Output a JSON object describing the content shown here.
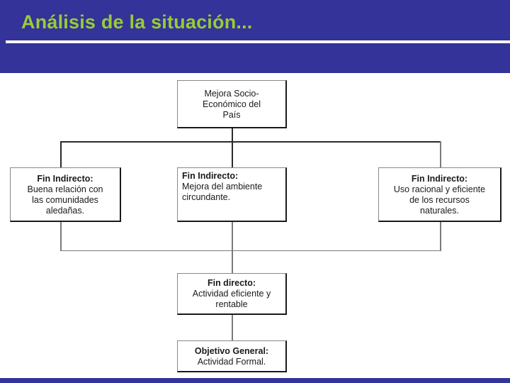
{
  "slide": {
    "title": "Análisis de la situación...",
    "title_color": "#99cc33",
    "band_color": "#333399",
    "rule_color": "#ffffff",
    "background": "#ffffff"
  },
  "diagram": {
    "type": "objective-tree",
    "nodes": {
      "top": {
        "line1": "Mejora Socio-",
        "line2": "Económico del",
        "line3": "País"
      },
      "indirect_left": {
        "heading": "Fin Indirecto:",
        "line1": "Buena relación con",
        "line2": "las comunidades",
        "line3": "aledañas."
      },
      "indirect_middle": {
        "heading": "Fin Indirecto:",
        "line1": "Mejora del ambiente",
        "line2": "circundante."
      },
      "indirect_right": {
        "heading": "Fin Indirecto:",
        "line1": "Uso racional y eficiente",
        "line2": "de los recursos",
        "line3": "naturales."
      },
      "fin_directo": {
        "heading": "Fin directo:",
        "line1": "Actividad eficiente y",
        "line2": "rentable"
      },
      "objetivo_general": {
        "heading": "Objetivo General:",
        "line1": "Actividad Formal."
      }
    }
  }
}
